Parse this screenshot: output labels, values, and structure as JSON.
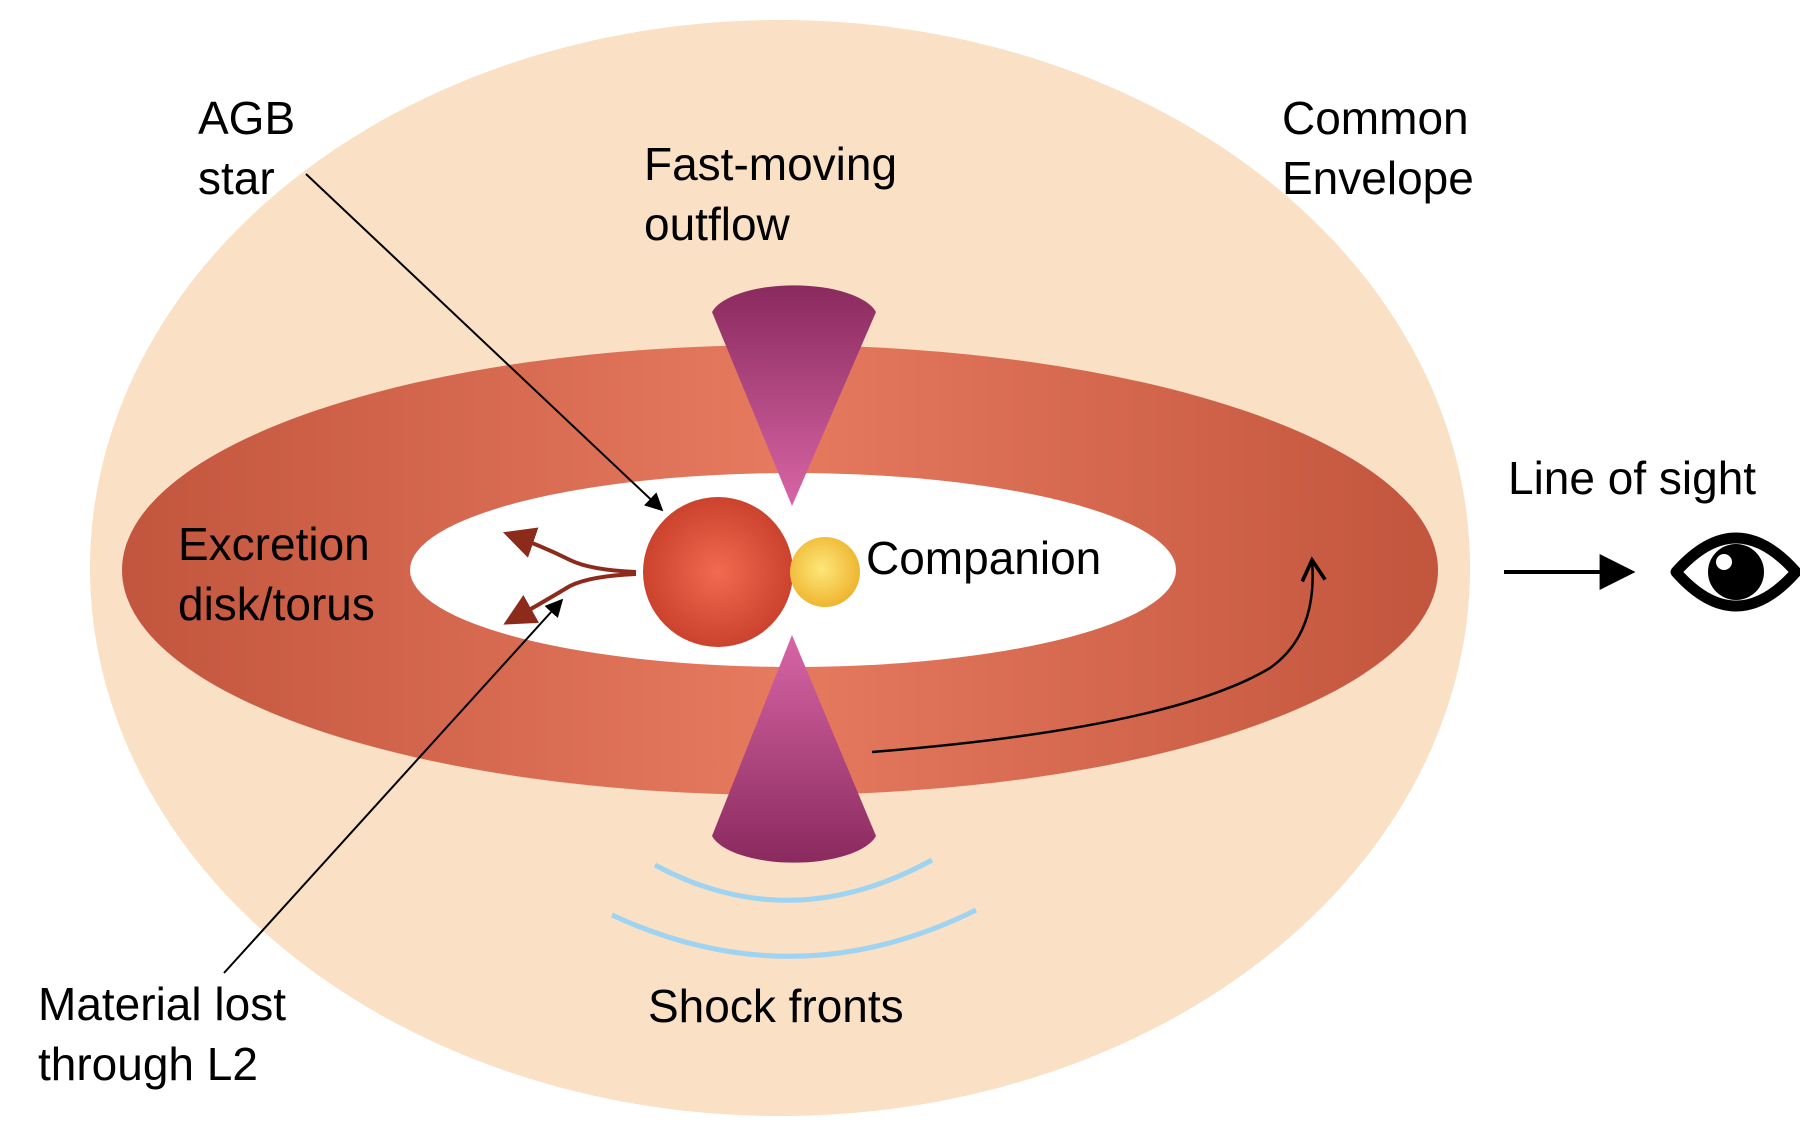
{
  "labels": {
    "agb_star": [
      "AGB",
      "star"
    ],
    "fast_moving_outflow": [
      "Fast-moving",
      "outflow"
    ],
    "common_envelope": [
      "Common",
      "Envelope"
    ],
    "line_of_sight": "Line of sight",
    "excretion_disk": [
      "Excretion",
      "disk/torus"
    ],
    "companion": "Companion",
    "shock_fronts": "Shock fronts",
    "material_lost": [
      "Material lost",
      "through L2"
    ]
  },
  "colors": {
    "common_envelope": "#fae0c4",
    "torus_outer": "#c2553d",
    "torus_inner": "#e67a5f",
    "disk_hole": "#ffffff",
    "agb_star_center": "#f26a50",
    "agb_star_edge": "#c73e2a",
    "companion_center": "#fde77a",
    "companion_edge": "#eeb12a",
    "outflow_top": "#8a2a5e",
    "outflow_bottom": "#d865a6",
    "shock_front": "#9fd3f2",
    "l2_stream": "#8c2a1c",
    "text": "#000000"
  },
  "icons": {
    "line_of_sight_arrow": "arrow-right-icon",
    "observer": "eye-icon",
    "rotation": "curved-arrow-icon"
  }
}
